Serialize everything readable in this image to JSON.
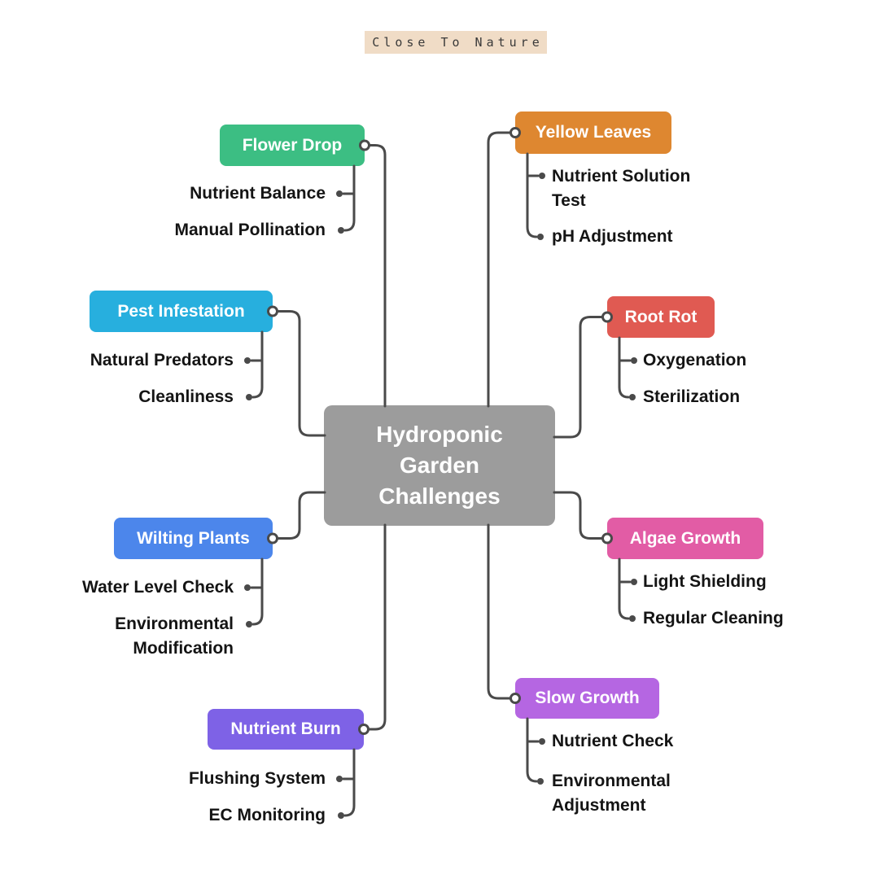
{
  "header": {
    "label": "Close To Nature",
    "bg": "#F0DCC6",
    "text_color": "#3A3A3A"
  },
  "center": {
    "label": "Hydroponic\nGarden\nChallenges",
    "color": "#9C9C9C",
    "text_color": "#FFFFFF"
  },
  "connector": {
    "line_color": "#4A4A4A"
  },
  "branches": [
    {
      "label": "Flower Drop",
      "color": "#3CBE83",
      "children": [
        "Nutrient Balance",
        "Manual Pollination"
      ]
    },
    {
      "label": "Yellow Leaves",
      "color": "#DE8730",
      "children": [
        "Nutrient Solution\nTest",
        "pH Adjustment"
      ]
    },
    {
      "label": "Pest Infestation",
      "color": "#27AFDE",
      "children": [
        "Natural Predators",
        "Cleanliness"
      ]
    },
    {
      "label": "Root Rot",
      "color": "#E05A52",
      "children": [
        "Oxygenation",
        "Sterilization"
      ]
    },
    {
      "label": "Wilting Plants",
      "color": "#4C86EB",
      "children": [
        "Water Level Check",
        "Environmental\nModification"
      ]
    },
    {
      "label": "Algae Growth",
      "color": "#E25CA5",
      "children": [
        "Light Shielding",
        "Regular Cleaning"
      ]
    },
    {
      "label": "Nutrient Burn",
      "color": "#7E62E6",
      "children": [
        "Flushing System",
        "EC Monitoring"
      ]
    },
    {
      "label": "Slow Growth",
      "color": "#B566E2",
      "children": [
        "Nutrient Check",
        "Environmental\nAdjustment"
      ]
    }
  ]
}
